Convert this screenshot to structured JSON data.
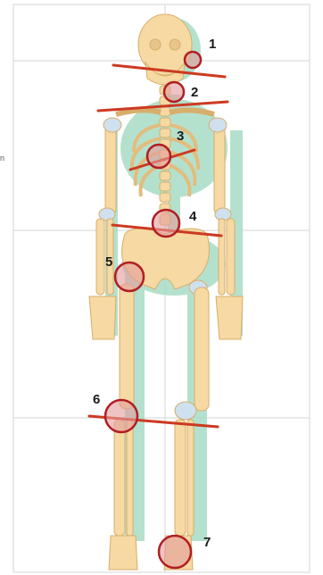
{
  "side_label": "n",
  "colors": {
    "bone": "#f6d9a3",
    "bone_outline": "#d7ae6b",
    "joint": "#cfe0ef",
    "shadow": "#a8dcc6",
    "marker_fill": "#e59b9b",
    "marker_ring": "#b01e24",
    "axis_line": "#cc3a22",
    "grid": "#d6d6d6"
  },
  "markers": [
    {
      "label": "1",
      "region": "jaw"
    },
    {
      "label": "2",
      "region": "neck"
    },
    {
      "label": "3",
      "region": "thoracic-spine"
    },
    {
      "label": "4",
      "region": "lumbar-spine"
    },
    {
      "label": "5",
      "region": "hip"
    },
    {
      "label": "6",
      "region": "knee"
    },
    {
      "label": "7",
      "region": "foot"
    }
  ]
}
